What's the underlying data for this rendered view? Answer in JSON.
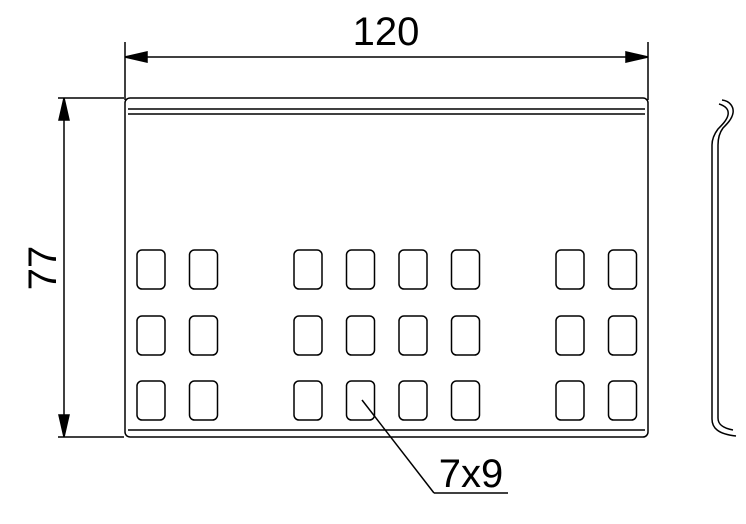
{
  "dimensions": {
    "width_label": "120",
    "height_label": "77",
    "slot_label": "7x9"
  },
  "slot_grid": {
    "rows": 3,
    "columns_per_group": [
      2,
      4,
      2
    ]
  },
  "colors": {
    "line": "#000000",
    "background": "#ffffff"
  }
}
